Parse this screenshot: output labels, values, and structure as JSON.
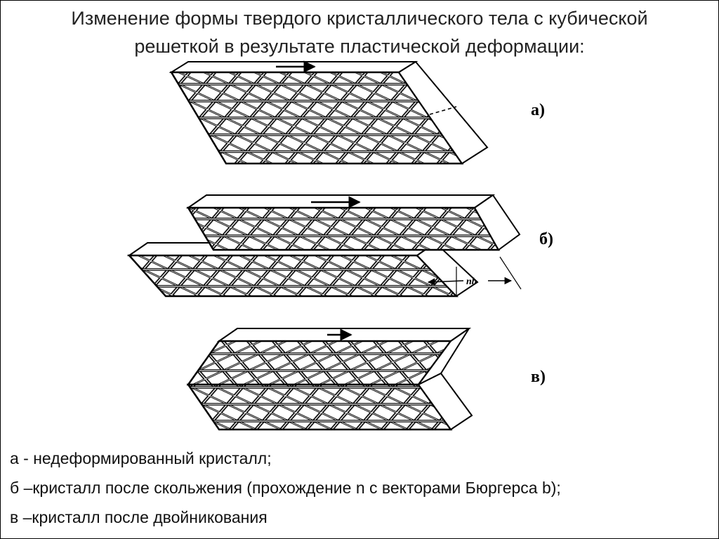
{
  "title": {
    "line1": "Изменение формы твердого кристаллического тела с кубической",
    "line2": "решеткой в результате пластической деформации:"
  },
  "panels": [
    {
      "id": "a",
      "label": "а)"
    },
    {
      "id": "b",
      "label": "б)",
      "annotation": "nb"
    },
    {
      "id": "v",
      "label": "в)"
    }
  ],
  "captions": [
    "а - недеформированный кристалл;",
    "б –кристалл после скольжения (прохождение n с векторами Бюргерса b);",
    "в –кристалл после двойникования"
  ]
}
